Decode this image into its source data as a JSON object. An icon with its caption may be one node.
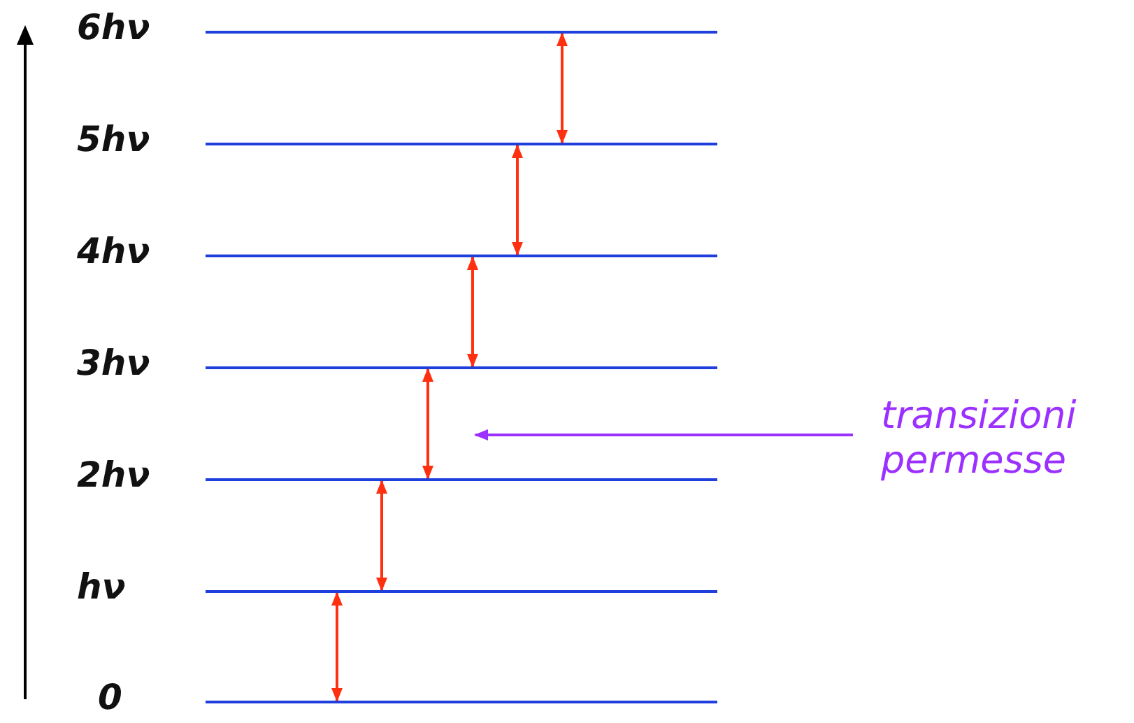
{
  "diagram": {
    "nodes": [
      {
        "text": [],
        "shape": "bar",
        "beside": [
          "6hν"
        ]
      },
      {
        "text": [],
        "shape": "bar",
        "beside": [
          "5hν"
        ]
      },
      {
        "text": [],
        "shape": "bar",
        "beside": [
          "4hν"
        ]
      },
      {
        "text": [],
        "shape": "bar",
        "beside": [
          "3hν"
        ]
      },
      {
        "text": [],
        "shape": "bar",
        "beside": [
          "2hν"
        ]
      },
      {
        "text": [],
        "shape": "bar",
        "beside": [
          "hν"
        ]
      },
      {
        "text": [],
        "shape": "bar",
        "beside": [
          "0"
        ]
      },
      {
        "text": [
          "transizioni permesse"
        ]
      }
    ],
    "edges": [
      {
        "from": 6,
        "to": 5,
        "arrow": "both"
      },
      {
        "from": 5,
        "to": 4,
        "arrow": "both"
      },
      {
        "from": 4,
        "to": 3,
        "arrow": "both"
      },
      {
        "from": 3,
        "to": 2,
        "arrow": "both"
      },
      {
        "from": 2,
        "to": 1,
        "arrow": "both"
      },
      {
        "from": 1,
        "to": 0,
        "arrow": "both"
      },
      {
        "from": 7,
        "to": null,
        "arrow": "to",
        "color": "#9b30ff"
      }
    ]
  }
}
